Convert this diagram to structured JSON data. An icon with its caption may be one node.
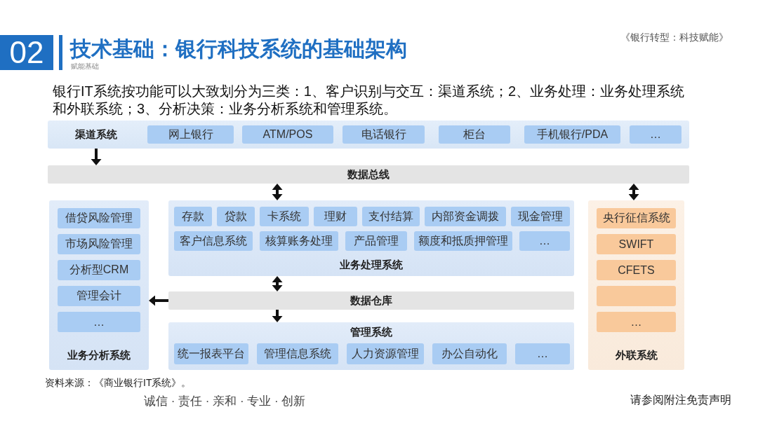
{
  "diagram": {
    "title": "技术基础：银行科技系统的基础架构",
    "nodes": [
      {
        "text": [
          "渠道系统"
        ]
      },
      {
        "text": [
          "网上银行"
        ],
        "in": 0
      },
      {
        "text": [
          "ATM/POS"
        ],
        "in": 0
      },
      {
        "text": [
          "电话银行"
        ],
        "in": 0
      },
      {
        "text": [
          "柜台"
        ],
        "in": 0
      },
      {
        "text": [
          "手机银行/PDA"
        ],
        "in": 0
      },
      {
        "text": [
          "…"
        ],
        "in": 0
      },
      {
        "text": [
          "数据总线"
        ]
      },
      {
        "text": [
          "业务分析系统"
        ]
      },
      {
        "text": [
          "借贷风险管理"
        ],
        "in": 8
      },
      {
        "text": [
          "市场风险管理"
        ],
        "in": 8
      },
      {
        "text": [
          "分析型CRM"
        ],
        "in": 8
      },
      {
        "text": [
          "管理会计"
        ],
        "in": 8
      },
      {
        "text": [
          "…"
        ],
        "in": 8
      },
      {
        "text": [
          "业务处理系统"
        ]
      },
      {
        "text": [
          "存款"
        ],
        "in": 14
      },
      {
        "text": [
          "贷款"
        ],
        "in": 14
      },
      {
        "text": [
          "卡系统"
        ],
        "in": 14
      },
      {
        "text": [
          "理财"
        ],
        "in": 14
      },
      {
        "text": [
          "支付结算"
        ],
        "in": 14
      },
      {
        "text": [
          "内部资金调拨"
        ],
        "in": 14
      },
      {
        "text": [
          "现金管理"
        ],
        "in": 14
      },
      {
        "text": [
          "客户信息系统"
        ],
        "in": 14
      },
      {
        "text": [
          "核算账务处理"
        ],
        "in": 14
      },
      {
        "text": [
          "产品管理"
        ],
        "in": 14
      },
      {
        "text": [
          "额度和抵质押管理"
        ],
        "in": 14
      },
      {
        "text": [
          "…"
        ],
        "in": 14
      },
      {
        "text": [
          "外联系统"
        ]
      },
      {
        "text": [
          "央行征信系统"
        ],
        "in": 27
      },
      {
        "text": [
          "SWIFT"
        ],
        "in": 27
      },
      {
        "text": [
          "CFETS"
        ],
        "in": 27
      },
      {
        "text": [],
        "shape": "box",
        "in": 27
      },
      {
        "text": [
          "…"
        ],
        "in": 27
      },
      {
        "text": [
          "数据仓库"
        ]
      },
      {
        "text": [
          "管理系统"
        ]
      },
      {
        "text": [
          "统一报表平台"
        ],
        "in": 34
      },
      {
        "text": [
          "管理信息系统"
        ],
        "in": 34
      },
      {
        "text": [
          "人力资源管理"
        ],
        "in": 34
      },
      {
        "text": [
          "办公自动化"
        ],
        "in": 34
      },
      {
        "text": [
          "…"
        ],
        "in": 34
      }
    ],
    "edges": [
      {
        "from": 0,
        "to": 7,
        "arrow": "to"
      },
      {
        "from": 7,
        "to": 14,
        "arrow": "both"
      },
      {
        "from": 7,
        "to": 27,
        "arrow": "both"
      },
      {
        "from": 14,
        "to": 33,
        "arrow": "both"
      },
      {
        "from": 33,
        "to": 8,
        "arrow": "to"
      },
      {
        "from": 33,
        "to": 34,
        "arrow": "to"
      }
    ],
    "labels": [
      "02",
      "《银行转型：科技赋能》",
      "赋能基础",
      "银行IT系统按功能可以大致划分为三类：1、客户识别与交互：渠道系统；2、业务处理：业务处理系统和外联系统；3、分析决策：业务分析系统和管理系统。",
      "资料来源：《商业银行IT系统》。",
      "诚信 · 责任 · 亲和 · 专业 · 创新",
      "请参阅附注免责声明"
    ]
  }
}
